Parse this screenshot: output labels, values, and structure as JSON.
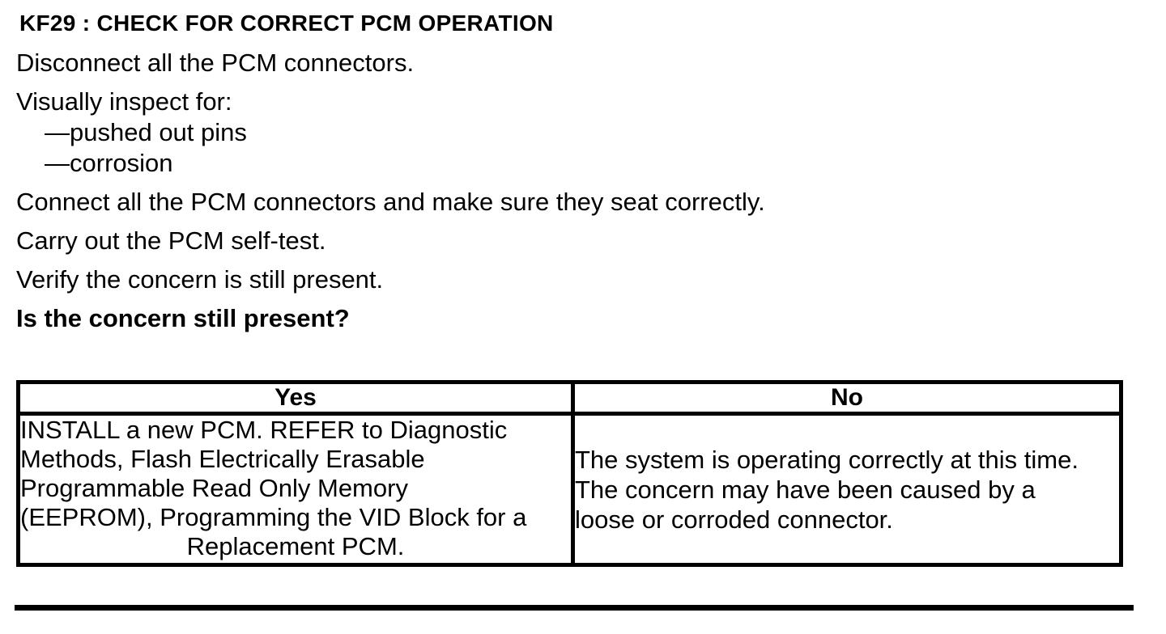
{
  "doc": {
    "title": "KF29 : CHECK FOR CORRECT PCM OPERATION",
    "steps": [
      "Disconnect all the PCM connectors.",
      "Visually inspect for:",
      "Connect all the PCM connectors and make sure they seat correctly.",
      "Carry out the PCM self-test.",
      "Verify the concern is still present."
    ],
    "inspect_items": [
      "—pushed out pins",
      "—corrosion"
    ],
    "question": "Is the concern still present?",
    "table": {
      "yes_header": "Yes",
      "no_header": "No",
      "yes_cell_lines": [
        "INSTALL a new PCM. REFER to Diagnostic",
        "Methods, Flash Electrically Erasable",
        "Programmable Read Only Memory",
        "(EEPROM), Programming the VID Block for a",
        "Replacement PCM."
      ],
      "no_cell_lines": [
        "The system is operating correctly at this time.",
        "The concern may have been caused by a",
        "loose or corroded connector."
      ]
    },
    "colors": {
      "text": "#000000",
      "background": "#ffffff",
      "border": "#000000"
    }
  }
}
